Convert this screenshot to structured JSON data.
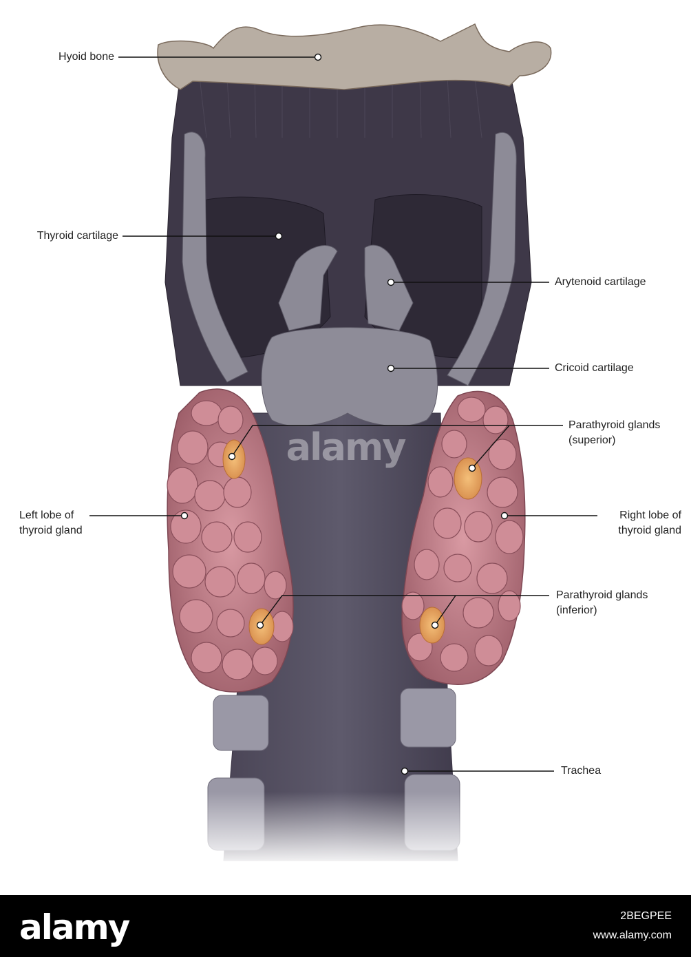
{
  "labels": {
    "hyoid": "Hyoid bone",
    "thyroid_cartilage": "Thyroid cartilage",
    "arytenoid": "Arytenoid cartilage",
    "cricoid": "Cricoid cartilage",
    "para_sup_1": "Parathyroid glands",
    "para_sup_2": "(superior)",
    "left_lobe_1": "Left lobe of",
    "left_lobe_2": "thyroid gland",
    "right_lobe_1": "Right lobe of",
    "right_lobe_2": "thyroid gland",
    "para_inf_1": "Parathyroid glands",
    "para_inf_2": "(inferior)",
    "trachea": "Trachea"
  },
  "watermark": "alamy",
  "footer": {
    "logo": "alamy",
    "image_id": "2BEGPEE",
    "site": "www.alamy.com"
  },
  "colors": {
    "bone": "#b8aea3",
    "cartilage": "#8a8690",
    "dark_tissue": "#3a3444",
    "thyroid": "#c07f8a",
    "parathyroid": "#e6a35e",
    "leader": "#111111"
  }
}
